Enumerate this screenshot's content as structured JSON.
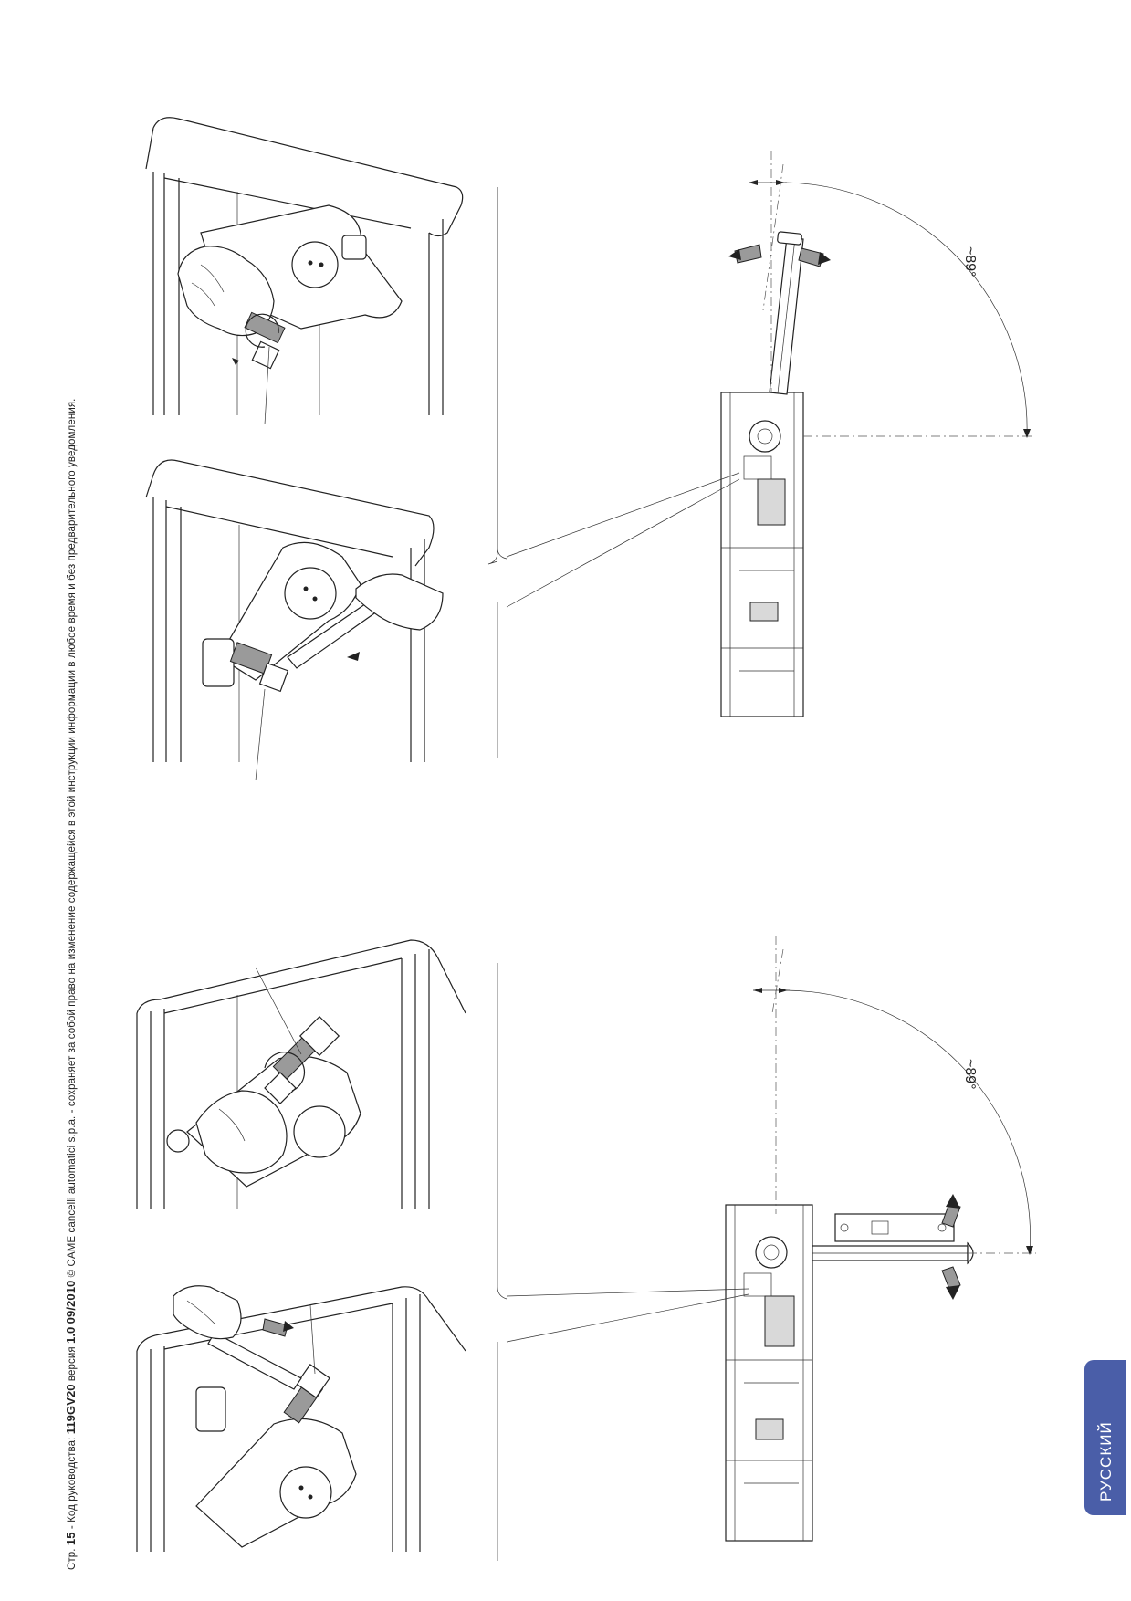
{
  "footer": {
    "prefix": "Стр.",
    "page_number": "15",
    "code_label": "- Код руководства:",
    "manual_code": "119GV20",
    "version_label": "версия",
    "version": "1.0",
    "date": "09/2010",
    "notice": "© CAME cancelli automatici s.p.a. - сохраняет за собой право на изменение содержащейся в этой инструкции информации в любое время и без предварительного уведомления."
  },
  "language_tab": "РУССКИЙ",
  "angles": {
    "top": "~89°",
    "bottom": "~89°"
  },
  "figures": [
    {
      "name": "adjust-bolt-top-left",
      "kind": "illustration"
    },
    {
      "name": "adjust-bolt-top-right",
      "kind": "illustration"
    },
    {
      "name": "barrier-top-view-upper",
      "kind": "diagram"
    },
    {
      "name": "adjust-bolt-bottom-left",
      "kind": "illustration"
    },
    {
      "name": "adjust-bolt-bottom-right",
      "kind": "illustration"
    },
    {
      "name": "barrier-top-view-lower",
      "kind": "diagram"
    }
  ]
}
